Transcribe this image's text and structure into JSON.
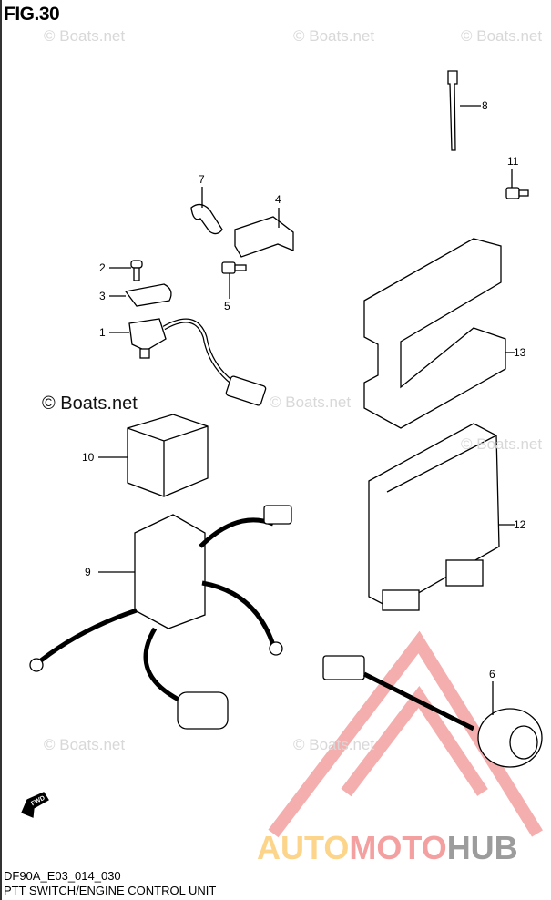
{
  "figure": {
    "label": "FIG.30",
    "code": "DF90A_E03_014_030",
    "title": "PTT SWITCH/ENGINE CONTROL UNIT"
  },
  "watermark": {
    "text": "© Boats.net"
  },
  "fwd_arrow": {
    "text": "FWD"
  },
  "logo": {
    "part1": "AUTO",
    "part2": "MOTO",
    "part3": "HUB"
  },
  "callouts": [
    "1",
    "2",
    "3",
    "4",
    "5",
    "6",
    "7",
    "8",
    "9",
    "10",
    "11",
    "12",
    "13"
  ]
}
